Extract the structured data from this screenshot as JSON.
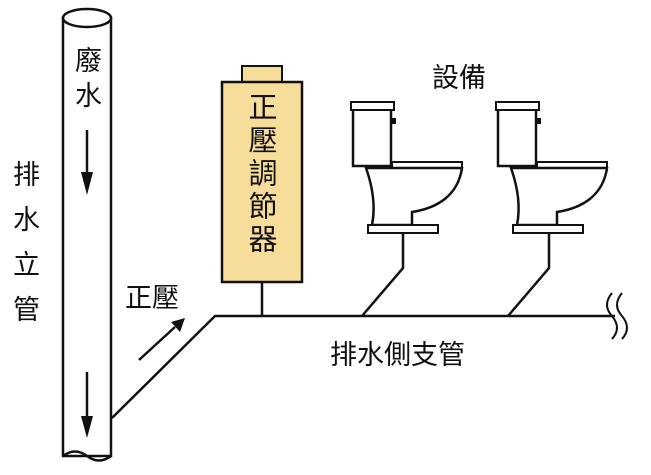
{
  "labels": {
    "stack": "排水立管",
    "waste_water": "廢水",
    "device": "正壓調節器",
    "positive_pressure": "正壓",
    "fixtures": "設備",
    "branch": "排水側支管"
  },
  "colors": {
    "line": "#111111",
    "pipe_fill": "#ffffff",
    "device_fill": "#f7dd9a",
    "fixture_fill": "#ffffff"
  }
}
